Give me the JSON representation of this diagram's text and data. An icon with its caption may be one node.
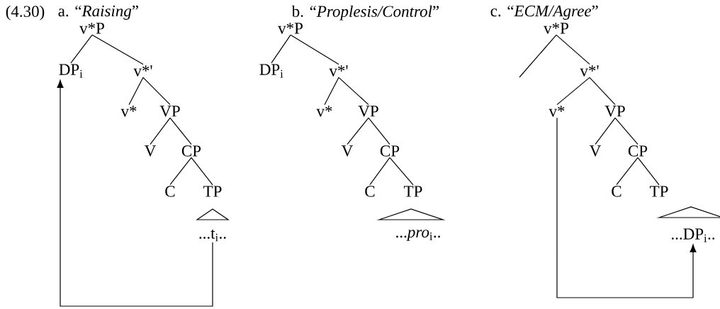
{
  "diagram": {
    "nodes": [
      {
        "text": [
          "v*P"
        ]
      },
      {
        "text": [
          "DP$_{i}$"
        ]
      },
      {
        "text": [
          "v*'"
        ]
      },
      {
        "text": [
          "v*"
        ]
      },
      {
        "text": [
          "VP"
        ]
      },
      {
        "text": [
          "V"
        ]
      },
      {
        "text": [
          "CP"
        ]
      },
      {
        "text": [
          "C"
        ]
      },
      {
        "text": [
          "TP"
        ]
      },
      {
        "text": [
          "...t$_{i}$.."
        ]
      },
      {
        "text": [
          "v*P"
        ]
      },
      {
        "text": [
          "DP$_{i}$"
        ]
      },
      {
        "text": [
          "v*'"
        ]
      },
      {
        "text": [
          "v*"
        ]
      },
      {
        "text": [
          "VP"
        ]
      },
      {
        "text": [
          "V"
        ]
      },
      {
        "text": [
          "CP"
        ]
      },
      {
        "text": [
          "C"
        ]
      },
      {
        "text": [
          "TP"
        ]
      },
      {
        "text": [
          "...*pro*$_{i}$.."
        ]
      },
      {
        "text": [
          "v*P"
        ]
      },
      {
        "text": [
          "v*'"
        ]
      },
      {
        "text": [
          "v*"
        ]
      },
      {
        "text": [
          "VP"
        ]
      },
      {
        "text": [
          "V"
        ]
      },
      {
        "text": [
          "CP"
        ]
      },
      {
        "text": [
          "C"
        ]
      },
      {
        "text": [
          "TP"
        ]
      },
      {
        "text": [
          "...DP$_{i}$.."
        ]
      }
    ],
    "edges": [
      {
        "from": 0,
        "to": 1,
        "arrow": "none"
      },
      {
        "from": 0,
        "to": 2,
        "arrow": "none"
      },
      {
        "from": 2,
        "to": 3,
        "arrow": "none"
      },
      {
        "from": 2,
        "to": 4,
        "arrow": "none"
      },
      {
        "from": 4,
        "to": 5,
        "arrow": "none"
      },
      {
        "from": 4,
        "to": 6,
        "arrow": "none"
      },
      {
        "from": 6,
        "to": 7,
        "arrow": "none"
      },
      {
        "from": 6,
        "to": 8,
        "arrow": "none"
      },
      {
        "from": 9,
        "to": 1,
        "arrow": "to"
      },
      {
        "from": 10,
        "to": 11,
        "arrow": "none"
      },
      {
        "from": 10,
        "to": 12,
        "arrow": "none"
      },
      {
        "from": 12,
        "to": 13,
        "arrow": "none"
      },
      {
        "from": 12,
        "to": 14,
        "arrow": "none"
      },
      {
        "from": 14,
        "to": 15,
        "arrow": "none"
      },
      {
        "from": 14,
        "to": 16,
        "arrow": "none"
      },
      {
        "from": 16,
        "to": 17,
        "arrow": "none"
      },
      {
        "from": 16,
        "to": 18,
        "arrow": "none"
      },
      {
        "from": 20,
        "to": null,
        "arrow": "none"
      },
      {
        "from": 20,
        "to": 21,
        "arrow": "none"
      },
      {
        "from": 21,
        "to": 22,
        "arrow": "none"
      },
      {
        "from": 21,
        "to": 23,
        "arrow": "none"
      },
      {
        "from": 23,
        "to": 24,
        "arrow": "none"
      },
      {
        "from": 23,
        "to": 25,
        "arrow": "none"
      },
      {
        "from": 25,
        "to": 26,
        "arrow": "none"
      },
      {
        "from": 25,
        "to": 27,
        "arrow": "none"
      },
      {
        "from": 22,
        "to": 28,
        "arrow": "to"
      }
    ],
    "labels": [
      "(4.30)",
      "a. “*Raising*”",
      "b. “*Proplesis/Control*”",
      "c. “*ECM/Agree*”"
    ]
  }
}
